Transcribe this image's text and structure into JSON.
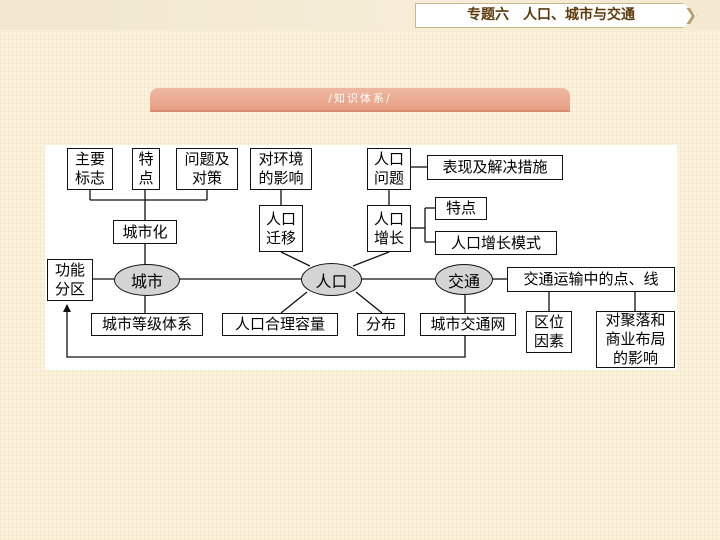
{
  "header": {
    "title": "专题六　人口、城市与交通",
    "chevron": "❯"
  },
  "section": {
    "tag": "/知识体系/"
  },
  "diagram": {
    "nodes": {
      "main_sign": "主要\n标志",
      "feature": "特\n点",
      "problem_solution": "问题及\n对策",
      "env_impact": "对环境\n的影响",
      "population_problem": "人口\n问题",
      "manifestation": "表现及解决措施",
      "urbanization": "城市化",
      "migration": "人口\n迁移",
      "growth": "人口\n增长",
      "growth_feature": "特点",
      "growth_mode": "人口增长模式",
      "functional_zone": "功能\n分区",
      "city": "城市",
      "population": "人口",
      "transport": "交通",
      "transport_points": "交通运输中的点、线",
      "city_hierarchy": "城市等级体系",
      "capacity": "人口合理容量",
      "distribution": "分布",
      "city_transport_net": "城市交通网",
      "location_factors": "区位\n因素",
      "settlement_impact": "对聚落和\n商业布局\n的影响"
    }
  }
}
